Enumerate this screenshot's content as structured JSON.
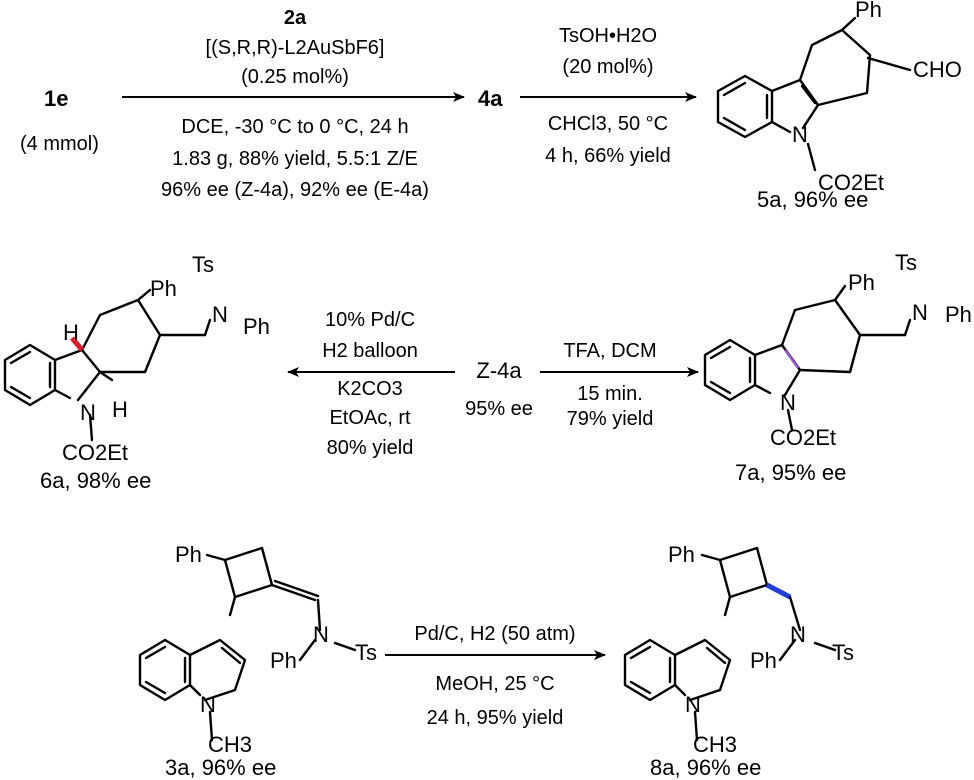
{
  "reaction1": {
    "reactant_label": "1e",
    "reactant_amount": "(4 mmol)",
    "arrow1_top": [
      "2a",
      "[(S,R,R)-L2AuSbF6]",
      "(0.25 mol%)"
    ],
    "arrow1_bottom": [
      "DCE, -30 °C to 0 °C, 24 h",
      "1.83 g, 88% yield, 5.5:1 Z/E",
      "96% ee (Z-4a), 92% ee (E-4a)"
    ],
    "intermediate_label": "4a",
    "arrow2_top": [
      "TsOH•H2O",
      "(20 mol%)"
    ],
    "arrow2_bottom": [
      "CHCl3, 50 °C",
      "4 h, 66% yield"
    ],
    "product_label": "5a, 96% ee",
    "product_substituents": {
      "ph": "Ph",
      "cho": "CHO",
      "n": "N",
      "ester": "CO2Et"
    }
  },
  "reaction2": {
    "center_label": "Z-4a",
    "center_ee": "95% ee",
    "left_arrow_top": [
      "10% Pd/C",
      "H2 balloon"
    ],
    "left_arrow_bottom": [
      "K2CO3",
      "EtOAc, rt",
      "80% yield"
    ],
    "right_arrow_top": [
      "TFA, DCM"
    ],
    "right_arrow_bottom": [
      "15 min.",
      "79% yield"
    ],
    "left_product_label": "6a, 98% ee",
    "right_product_label": "7a, 95% ee",
    "left_substituents": {
      "ph": "Ph",
      "ts": "Ts",
      "n_side": "N",
      "ph2": "Ph",
      "h_red": "H",
      "h2": "H",
      "n_ring": "N",
      "ester": "CO2Et"
    },
    "right_substituents": {
      "ph": "Ph",
      "ts": "Ts",
      "n_side": "N",
      "ph2": "Ph",
      "n_ring": "N",
      "ester": "CO2Et"
    }
  },
  "reaction3": {
    "arrow_top": [
      "Pd/C, H2 (50 atm)"
    ],
    "arrow_bottom": [
      "MeOH, 25 °C",
      "24 h, 95% yield"
    ],
    "reactant_label": "3a, 96% ee",
    "product_label": "8a, 96% ee",
    "reactant_substituents": {
      "ph": "Ph",
      "n_side": "N",
      "ts": "Ts",
      "ph2": "Ph",
      "n_ring": "N",
      "methyl": "CH3"
    },
    "product_substituents": {
      "ph": "Ph",
      "n_side": "N",
      "ts": "Ts",
      "ph2": "Ph",
      "n_ring": "N",
      "methyl": "CH3"
    }
  },
  "colors": {
    "ink": "#000000",
    "highlight_h": "#e0192b",
    "highlight_bond_purple": "#9b59d0",
    "highlight_bond_blue": "#1f3fd6"
  }
}
